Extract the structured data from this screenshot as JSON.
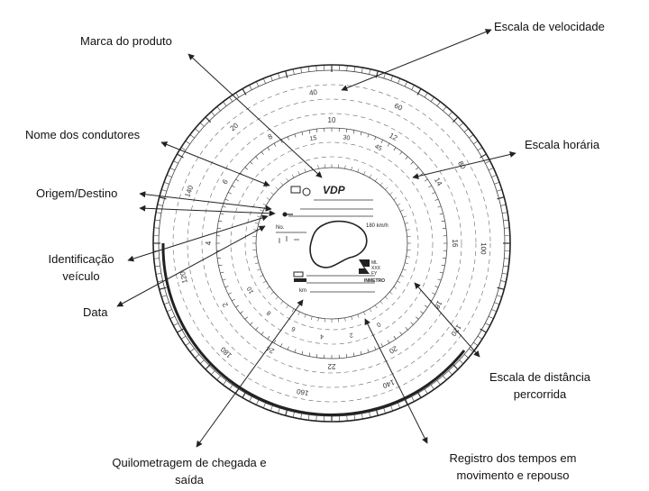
{
  "labels": {
    "marca": "Marca do produto",
    "velocidade": "Escala de velocidade",
    "condutores": "Nome dos condutores",
    "horaria": "Escala horária",
    "origem": "Origem/Destino",
    "identificacao_1": "Identificação",
    "identificacao_2": "veículo",
    "data": "Data",
    "distancia_1": "Escala de distância",
    "distancia_2": "percorrida",
    "quilometragem_1": "Quilometragem de chegada e",
    "quilometragem_2": "saída",
    "registro_1": "Registro dos tempos em",
    "registro_2": "movimento e repouso"
  },
  "disc": {
    "brand": "VDP",
    "speed_max": "180 km/h",
    "speed_unit": "km/h",
    "km_label": "km",
    "no_label": "No.",
    "stamp_lines": [
      "ML",
      "XXX",
      "FY"
    ],
    "inmetro": "INMETRO",
    "speed_ticks": [
      "20",
      "40",
      "60",
      "80",
      "100",
      "120",
      "140",
      "160",
      "180",
      "120",
      "140"
    ],
    "hour_ticks": [
      "24",
      "2",
      "4",
      "6",
      "8",
      "10",
      "12",
      "14",
      "16",
      "18",
      "20",
      "22"
    ],
    "inner_ticks": [
      "15",
      "30",
      "45"
    ],
    "km_ticks": [
      "0",
      "2",
      "4",
      "6",
      "8",
      "10"
    ]
  }
}
